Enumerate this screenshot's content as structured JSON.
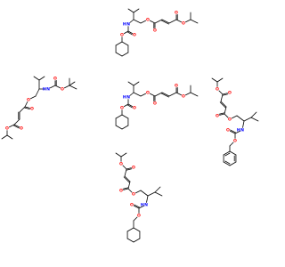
{
  "atom_labels": {
    "oxygen": "O",
    "nitrogen": "N",
    "hydrogen": "H"
  },
  "colors": {
    "background": "#ffffff",
    "bond": "#000000",
    "oxygen": "#ff0000",
    "nitrogen": "#0000ff"
  },
  "molecules": [
    {
      "name": "cyclohexyl-carbamate-fumarate-top",
      "carbamate_group": "cyclohexyl"
    },
    {
      "name": "tert-butyl-carbamate-fumarate-left",
      "carbamate_group": "tert-butyl"
    },
    {
      "name": "cyclohexyl-carbamate-fumarate-center",
      "carbamate_group": "cyclohexyl"
    },
    {
      "name": "benzyl-carbamate-fumarate-right",
      "carbamate_group": "benzyl"
    },
    {
      "name": "cyclohexylmethyl-carbamate-fumarate-bottom",
      "carbamate_group": "cyclohexylmethyl"
    }
  ]
}
